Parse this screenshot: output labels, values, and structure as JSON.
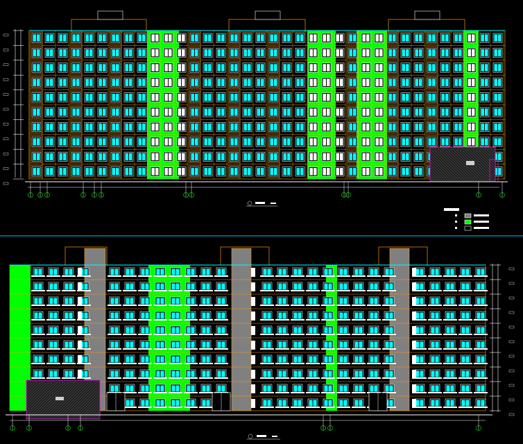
{
  "drawing": {
    "background": "#000000",
    "colors": {
      "frame": "#ff9900",
      "green_wall": "#00ff00",
      "window_glass": "#00ffff",
      "white_line": "#ffffff",
      "cyan_line": "#00ffff",
      "gray_stair": "#808080",
      "shop_fill": "#a0a0a0",
      "magenta": "#ff00ff",
      "yellow": "#ffd000",
      "purple_lines": "#b000b0",
      "divider": "#00c8ff"
    },
    "legend": {
      "items": [
        {
          "color": "#808080"
        },
        {
          "color": "#00ff00"
        },
        {
          "color": "#000000"
        }
      ]
    },
    "elevations": [
      {
        "panel": "upper",
        "floors": 10
      },
      {
        "panel": "lower",
        "floors": 10
      }
    ]
  }
}
